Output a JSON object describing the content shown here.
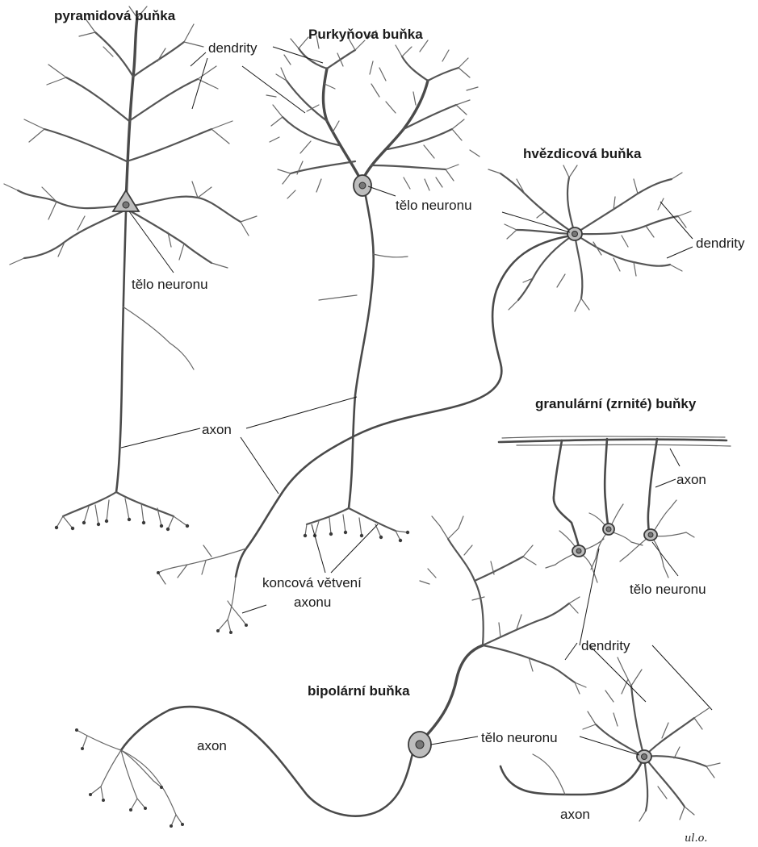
{
  "titles": {
    "pyramidal": "pyramidová buňka",
    "purkinje": "Purkyňova buňka",
    "stellate": "hvězdicová buňka",
    "granule": "granulární (zrnité) buňky",
    "bipolar": "bipolární buňka"
  },
  "labels": {
    "dendrites_top": "dendrity",
    "dendrites_stellate": "dendrity",
    "dendrites_bottom": "dendrity",
    "soma_pyramidal": "tělo neuronu",
    "soma_purkinje": "tělo neuronu",
    "soma_granule": "tělo neuronu",
    "soma_bipolar": "tělo neuronu",
    "axon_center": "axon",
    "axon_granule": "axon",
    "axon_bipolar": "axon",
    "axon_bottom": "axon",
    "terminal_line1": "koncová větvení",
    "terminal_line2": "axonu"
  },
  "signature": "ul.o."
}
